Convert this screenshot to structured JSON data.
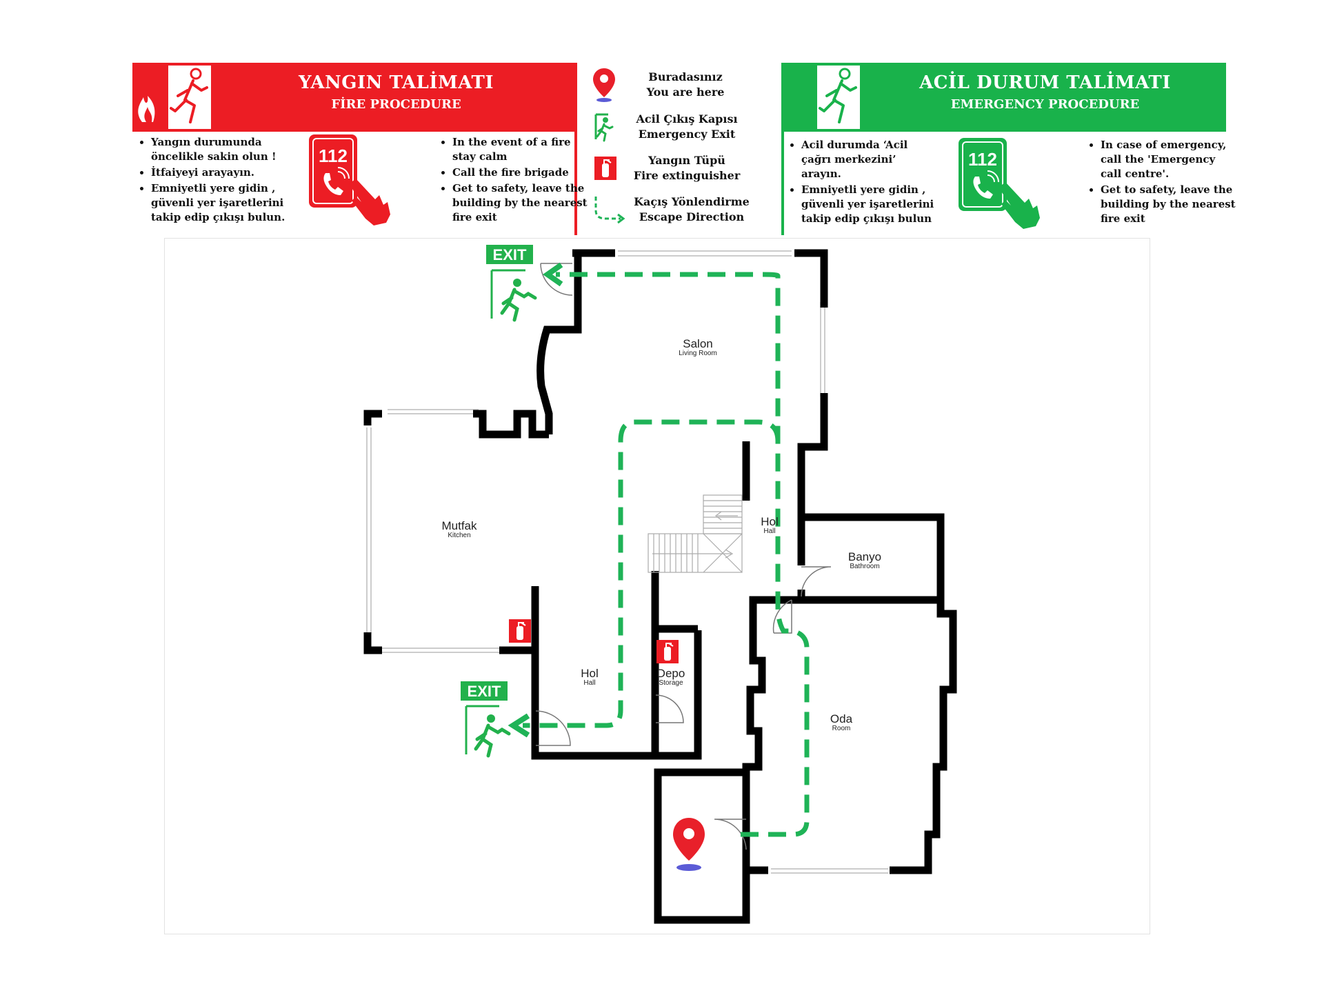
{
  "fire": {
    "title": "YANGIN TALİMATI",
    "subtitle": "FİRE PROCEDURE",
    "color": "#ec1d24",
    "phone": "112",
    "tr_items": [
      "Yangın durumunda öncelikle sakin olun !",
      "İtfaiyeyi arayayın.",
      "Emniyetli yere gidin , güvenli yer işaretlerini takip edip çıkışı bulun."
    ],
    "en_items": [
      "In the event of a fire stay calm",
      "Call the fire brigade",
      "Get to safety, leave the building by the nearest fire exit"
    ]
  },
  "emergency": {
    "title": "ACİL DURUM TALİMATI",
    "subtitle": "EMERGENCY PROCEDURE",
    "color": "#19b24b",
    "phone": "112",
    "tr_items": [
      "Acil durumda ‘Acil çağrı merkezini’ arayın.",
      "Emniyetli yere gidin , güvenli yer işaretlerini takip edip çıkışı bulun"
    ],
    "en_items": [
      "In case of emergency, call the 'Emergency call centre'.",
      "Get to safety, leave the building by the nearest fire exit"
    ]
  },
  "legend": {
    "you_are_here": {
      "tr": "Buradasınız",
      "en": "You are here",
      "icon": "location-pin-icon"
    },
    "emergency_exit": {
      "tr": "Acil Çıkış Kapısı",
      "en": "Emergency Exit",
      "icon": "running-man-exit-icon"
    },
    "extinguisher": {
      "tr": "Yangın Tüpü",
      "en": "Fire extinguisher",
      "icon": "fire-extinguisher-icon"
    },
    "escape": {
      "tr": "Kaçış Yönlendirme",
      "en": "Escape Direction",
      "icon": "dashed-arrow-icon"
    }
  },
  "exit_label": "EXIT",
  "rooms": {
    "salon": {
      "tr": "Salon",
      "en": "Living Room"
    },
    "mutfak": {
      "tr": "Mutfak",
      "en": "Kitchen"
    },
    "hol_top": {
      "tr": "Hol",
      "en": "Hall"
    },
    "banyo": {
      "tr": "Banyo",
      "en": "Bathroom"
    },
    "hol_bottom": {
      "tr": "Hol",
      "en": "Hall"
    },
    "depo": {
      "tr": "Depo",
      "en": "Storage"
    },
    "oda": {
      "tr": "Oda",
      "en": "Room"
    }
  },
  "colors": {
    "wall": "#000000",
    "escape": "#1fb357",
    "exit_green": "#22b14c",
    "pin_red": "#e8202a",
    "pin_base": "#5b5bd6"
  }
}
